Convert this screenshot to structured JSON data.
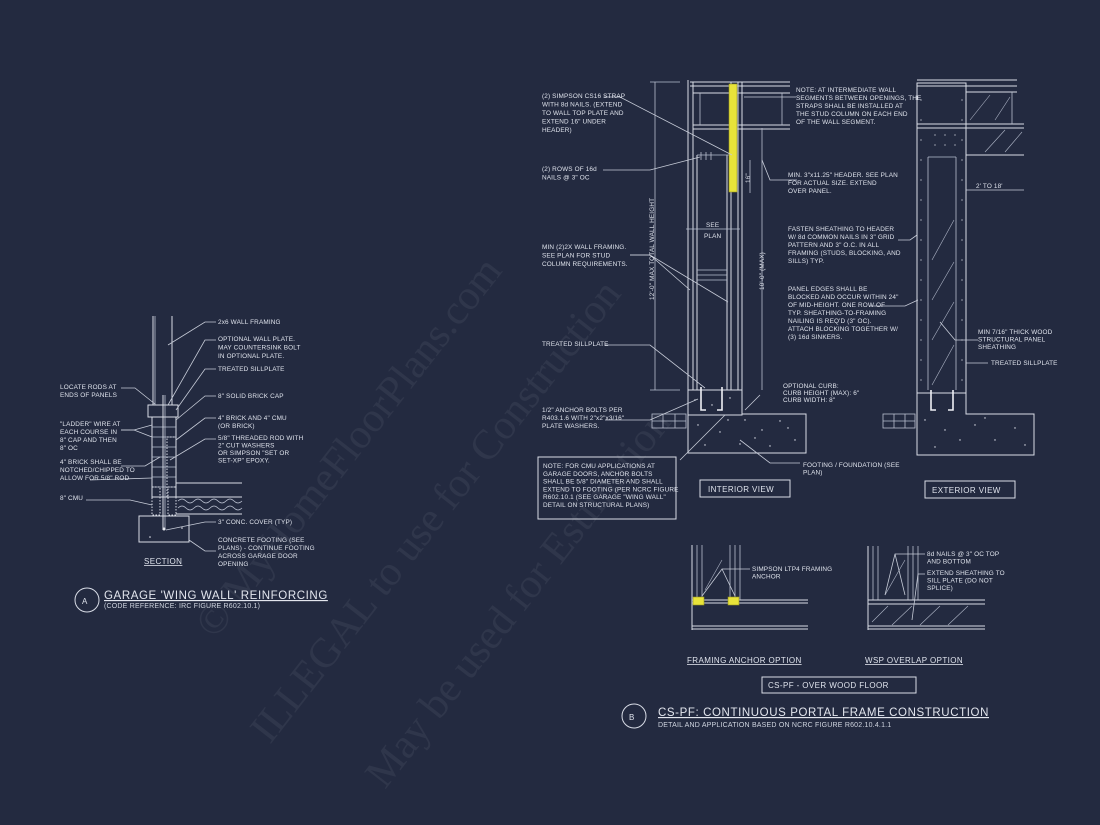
{
  "colors": {
    "background": "#232a40",
    "linework": "#d8dce6",
    "strap_highlight": "#e8e33a",
    "watermark": "#ffffff"
  },
  "watermark": {
    "line1": "© MyHomeFloorPlans.com",
    "line2": "ILLEGAL to use for Construction",
    "line3": "May be used for Estimation"
  },
  "detail_a": {
    "marker": "A",
    "title": "GARAGE 'WING WALL' REINFORCING",
    "subtitle": "(CODE REFERENCE: IRC FIGURE R602.10.1)",
    "section_label": "SECTION",
    "callouts_right": [
      [
        "2x6 WALL FRAMING"
      ],
      [
        "OPTIONAL WALL PLATE.",
        "MAY COUNTERSINK BOLT",
        "IN OPTIONAL PLATE."
      ],
      [
        "TREATED SILLPLATE"
      ],
      [
        "8\" SOLID BRICK CAP"
      ],
      [
        "4\" BRICK AND 4\" CMU",
        "(OR BRICK)"
      ],
      [
        "5/8\" THREADED ROD WITH",
        "2\" CUT WASHERS",
        "OR SIMPSON \"SET OR",
        "SET-XP\" EPOXY."
      ],
      [
        "3\" CONC. COVER (TYP)"
      ],
      [
        "CONCRETE FOOTING (SEE",
        "PLANS) - CONTINUE FOOTING",
        "ACROSS GARAGE DOOR",
        "OPENING"
      ]
    ],
    "callouts_left": [
      [
        "LOCATE RODS AT",
        "ENDS OF PANELS"
      ],
      [
        "\"LADDER\" WIRE AT",
        "EACH COURSE IN",
        "8\" CAP AND THEN",
        "8\" OC"
      ],
      [
        "4\" BRICK SHALL BE",
        "NOTCHED/CHIPPED TO",
        "ALLOW FOR 5/8\" ROD"
      ],
      [
        "8\" CMU"
      ]
    ]
  },
  "detail_b": {
    "marker": "B",
    "title": "CS-PF: CONTINUOUS PORTAL FRAME CONSTRUCTION",
    "subtitle": "DETAIL AND APPLICATION BASED ON NCRC FIGURE R602.10.4.1.1",
    "interior_view_label": "INTERIOR VIEW",
    "exterior_view_label": "EXTERIOR VIEW",
    "framing_anchor_label": "FRAMING ANCHOR OPTION",
    "wsp_overlap_label": "WSP OVERLAP OPTION",
    "floor_box_label": "CS-PF - OVER WOOD FLOOR",
    "dim_total_height": "12'-0\" MAX TOTAL WALL HEIGHT",
    "dim_max": "10'-0\" (MAX)",
    "dim_16": "16\"",
    "dim_see_plan_1": "SEE",
    "dim_see_plan_2": "PLAN",
    "dim_2_to_18": "2' TO 18'",
    "callouts_left": [
      [
        "(2) SIMPSON CS16 STRAP",
        "WITH 8d NAILS. (EXTEND",
        "TO WALL TOP PLATE AND",
        "EXTEND 16\" UNDER",
        "HEADER)"
      ],
      [
        "(2) ROWS OF 16d",
        "NAILS @ 3\" OC"
      ],
      [
        "MIN (2)2X WALL FRAMING.",
        "SEE PLAN FOR STUD",
        "COLUMN REQUIREMENTS."
      ],
      [
        "TREATED SILLPLATE"
      ],
      [
        "1/2\" ANCHOR BOLTS PER",
        "R403.1.6 WITH 2\"x2\"x3/16\"",
        "PLATE WASHERS."
      ]
    ],
    "note_box": [
      "NOTE: FOR CMU APPLICATIONS AT",
      "GARAGE DOORS, ANCHOR BOLTS",
      "SHALL BE 5/8\" DIAMETER AND SHALL",
      "EXTEND TO FOOTING (PER NCRC FIGURE",
      "R602.10.1 (SEE GARAGE \"WING WALL\"",
      "DETAIL ON STRUCTURAL PLANS)"
    ],
    "callouts_mid": [
      [
        "NOTE: AT INTERMEDIATE WALL",
        "SEGMENTS BETWEEN OPENINGS, THE",
        "STRAPS SHALL BE INSTALLED AT",
        "THE STUD COLUMN ON EACH END",
        "OF THE WALL SEGMENT."
      ],
      [
        "MIN. 3\"x11.25\" HEADER. SEE PLAN",
        "FOR ACTUAL SIZE. EXTEND",
        "OVER PANEL."
      ],
      [
        "FASTEN SHEATHING TO HEADER",
        "W/ 8d COMMON NAILS IN 3\" GRID",
        "PATTERN AND 3\" O.C. IN ALL",
        "FRAMING (STUDS, BLOCKING, AND",
        "SILLS) TYP."
      ],
      [
        "PANEL EDGES SHALL BE",
        "BLOCKED AND OCCUR WITHIN 24\"",
        "OF MID-HEIGHT.  ONE ROW OF",
        "TYP. SHEATHING-TO-FRAMING",
        "NAILING IS REQ'D (3\" OC).",
        "ATTACH BLOCKING TOGETHER W/",
        "(3) 16d SINKERS."
      ],
      [
        "OPTIONAL CURB:",
        "CURB HEIGHT (MAX): 6\"",
        "CURB WIDTH: 8\""
      ],
      [
        "FOOTING / FOUNDATION (SEE",
        "PLAN)"
      ]
    ],
    "callouts_right": [
      [
        "MIN 7/16\" THICK WOOD",
        "STRUCTURAL PANEL",
        "SHEATHING"
      ],
      [
        "TREATED SILLPLATE"
      ]
    ],
    "anchor_callout": [
      "SIMPSON LTP4 FRAMING",
      "ANCHOR"
    ],
    "wsp_callouts": [
      [
        "8d NAILS @ 3\" OC TOP",
        "AND BOTTOM"
      ],
      [
        "EXTEND SHEATHING TO",
        "SILL PLATE (DO NOT",
        "SPLICE)"
      ]
    ]
  }
}
